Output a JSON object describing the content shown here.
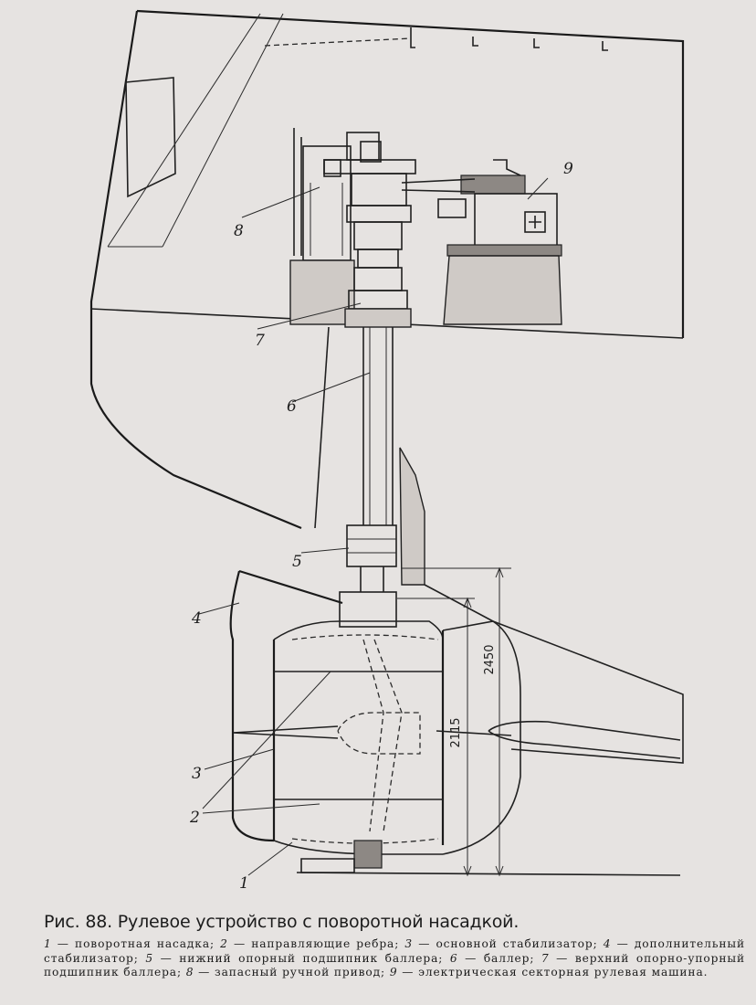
{
  "figure": {
    "caption_prefix": "Рис. 88.",
    "caption_title": "Рулевое устройство с поворотной насадкой.",
    "callouts": [
      "1",
      "2",
      "3",
      "4",
      "5",
      "6",
      "7",
      "8",
      "9"
    ],
    "dimensions": [
      "2115",
      "2450"
    ]
  },
  "legend": [
    {
      "num": "1",
      "text": "поворотная насадка;"
    },
    {
      "num": "2",
      "text": "направляющие ребра;"
    },
    {
      "num": "3",
      "text": "основной стабилизатор;"
    },
    {
      "num": "4",
      "text": "дополнительный стабилизатор;"
    },
    {
      "num": "5",
      "text": "нижний опорный подшипник баллера;"
    },
    {
      "num": "6",
      "text": "баллер;"
    },
    {
      "num": "7",
      "text": "верхний опорно-упорный подшипник баллера;"
    },
    {
      "num": "8",
      "text": "запасный ручной привод;"
    },
    {
      "num": "9",
      "text": "электрическая секторная рулевая машина."
    }
  ]
}
